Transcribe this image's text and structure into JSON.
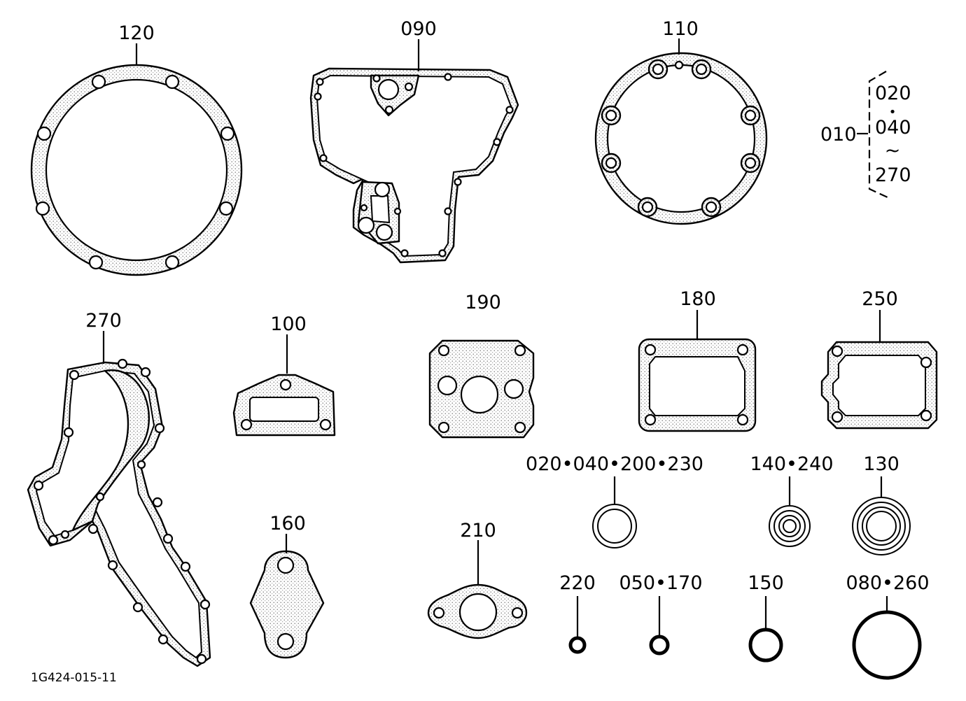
{
  "diagram": {
    "labels": {
      "p120": "120",
      "p090": "090",
      "p110": "110",
      "p010": "010",
      "k020": "020",
      "kdot": "•",
      "k040": "040",
      "ktilde": "~",
      "k270": "270",
      "p270": "270",
      "p100": "100",
      "p190": "190",
      "p180": "180",
      "p250": "250",
      "p160": "160",
      "p210": "210",
      "p020_230": "020•040•200•230",
      "p140_240": "140•240",
      "p130": "130",
      "p220": "220",
      "p050_170": "050•170",
      "p150": "150",
      "p080_260": "080•260"
    },
    "drawing_code": "1G424-015-11"
  }
}
